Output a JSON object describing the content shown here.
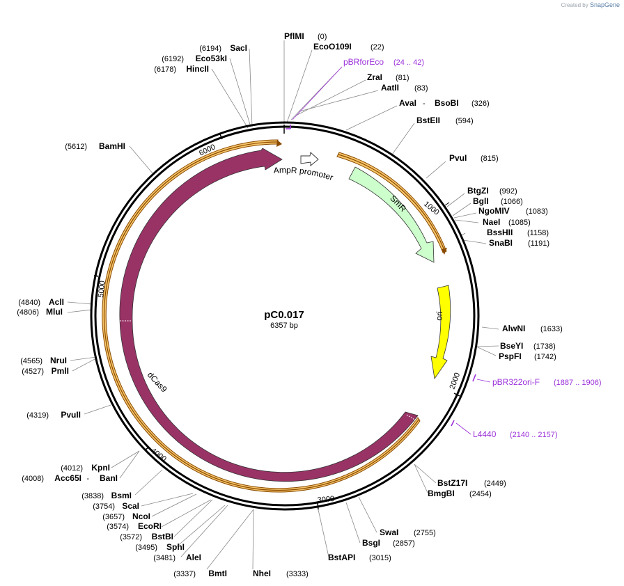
{
  "credit": {
    "prefix": "Created by",
    "brand": "SnapGene"
  },
  "plasmid": {
    "name": "pC0.017",
    "length_label": "6357 bp",
    "total_bp": 6357
  },
  "ticks": [
    "1000",
    "2000",
    "3000",
    "4000",
    "5000",
    "6000"
  ],
  "features": [
    {
      "label": "AmpR promoter",
      "color": "#ffffff"
    },
    {
      "label": "SmR",
      "color": "#ccffcc"
    },
    {
      "label": "ori",
      "color": "#ffff00"
    },
    {
      "label": "dCas9",
      "color": "#993366"
    }
  ],
  "sites": [
    {
      "name": "PflMI",
      "pos": "(0)"
    },
    {
      "name": "EcoO109I",
      "pos": "(22)"
    },
    {
      "name": "ZraI",
      "pos": "(81)"
    },
    {
      "name": "AatII",
      "pos": "(83)"
    },
    {
      "name": "AvaI",
      "pos": "",
      "name2": "BsoBI",
      "pos2": "(326)"
    },
    {
      "name": "BstEII",
      "pos": "(594)"
    },
    {
      "name": "PvuI",
      "pos": "(815)"
    },
    {
      "name": "BtgZI",
      "pos": "(992)"
    },
    {
      "name": "BglI",
      "pos": "(1066)"
    },
    {
      "name": "NgoMIV",
      "pos": "(1083)"
    },
    {
      "name": "NaeI",
      "pos": "(1085)"
    },
    {
      "name": "BssHII",
      "pos": "(1158)"
    },
    {
      "name": "SnaBI",
      "pos": "(1191)"
    },
    {
      "name": "AlwNI",
      "pos": "(1633)"
    },
    {
      "name": "BseYI",
      "pos": "(1738)"
    },
    {
      "name": "PspFI",
      "pos": "(1742)"
    },
    {
      "name": "BstZ17I",
      "pos": "(2449)"
    },
    {
      "name": "BmgBI",
      "pos": "(2454)"
    },
    {
      "name": "SwaI",
      "pos": "(2755)"
    },
    {
      "name": "BsgI",
      "pos": "(2857)"
    },
    {
      "name": "BstAPI",
      "pos": "(3015)"
    },
    {
      "name": "NheI",
      "pos": "(3333)"
    },
    {
      "name": "BmtI",
      "pos": "(3337)"
    },
    {
      "name": "AleI",
      "pos": "(3481)"
    },
    {
      "name": "SphI",
      "pos": "(3495)"
    },
    {
      "name": "BstBI",
      "pos": "(3572)"
    },
    {
      "name": "EcoRI",
      "pos": "(3574)"
    },
    {
      "name": "NcoI",
      "pos": "(3657)"
    },
    {
      "name": "ScaI",
      "pos": "(3754)"
    },
    {
      "name": "BsmI",
      "pos": "(3838)"
    },
    {
      "name": "Acc65I",
      "pos": "(4008)",
      "name2": "BanI",
      "pos2": ""
    },
    {
      "name": "KpnI",
      "pos": "(4012)"
    },
    {
      "name": "PvuII",
      "pos": "(4319)"
    },
    {
      "name": "PmlI",
      "pos": "(4527)"
    },
    {
      "name": "NruI",
      "pos": "(4565)"
    },
    {
      "name": "MluI",
      "pos": "(4806)"
    },
    {
      "name": "AclI",
      "pos": "(4840)"
    },
    {
      "name": "BamHI",
      "pos": "(5612)"
    },
    {
      "name": "HincII",
      "pos": "(6178)"
    },
    {
      "name": "Eco53kI",
      "pos": "(6192)"
    },
    {
      "name": "SacI",
      "pos": "(6194)"
    }
  ],
  "primers": [
    {
      "name": "pBRforEco",
      "pos": "(24 .. 42)"
    },
    {
      "name": "pBR322ori-F",
      "pos": "(1887 .. 1906)"
    },
    {
      "name": "L4440",
      "pos": "(2140 .. 2157)"
    }
  ],
  "colors": {
    "primer": "#9b30d9",
    "orf_band": "#f5c469",
    "orf_line": "#8a4a00"
  }
}
